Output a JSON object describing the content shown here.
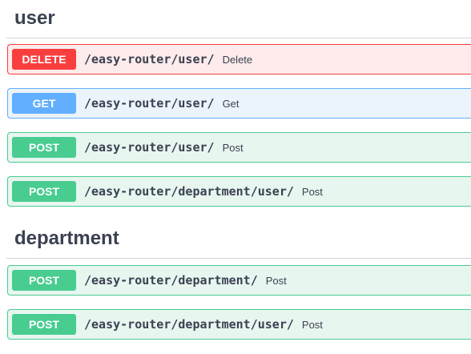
{
  "sections": [
    {
      "title": "user",
      "operations": [
        {
          "method": "DELETE",
          "path": "/easy-router/user/",
          "summary": "Delete"
        },
        {
          "method": "GET",
          "path": "/easy-router/user/",
          "summary": "Get"
        },
        {
          "method": "POST",
          "path": "/easy-router/user/",
          "summary": "Post"
        },
        {
          "method": "POST",
          "path": "/easy-router/department/user/",
          "summary": "Post"
        }
      ]
    },
    {
      "title": "department",
      "operations": [
        {
          "method": "POST",
          "path": "/easy-router/department/",
          "summary": "Post"
        },
        {
          "method": "POST",
          "path": "/easy-router/department/user/",
          "summary": "Post"
        }
      ]
    }
  ],
  "colors": {
    "delete": "#f93e3e",
    "get": "#61affe",
    "post": "#49cc90",
    "text": "#3b4151"
  }
}
